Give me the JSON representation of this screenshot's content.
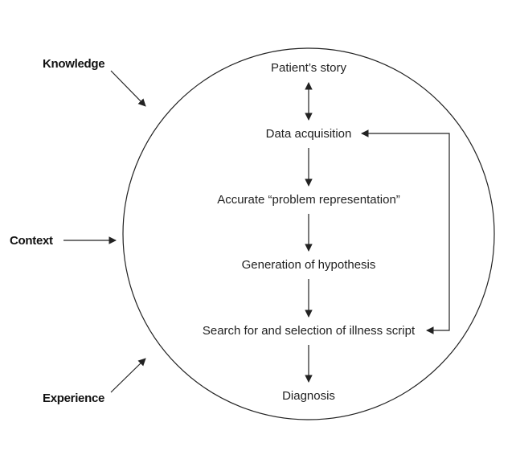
{
  "steps": {
    "story": "Patient’s story",
    "data_acquisition": "Data acquisition",
    "problem_representation": "Accurate “problem representation”",
    "hypothesis": "Generation of hypothesis",
    "illness_script": "Search for and selection of illness script",
    "diagnosis": "Diagnosis"
  },
  "factors": {
    "knowledge": "Knowledge",
    "context": "Context",
    "experience": "Experience"
  },
  "colors": {
    "stroke": "#222222",
    "text": "#222222"
  }
}
